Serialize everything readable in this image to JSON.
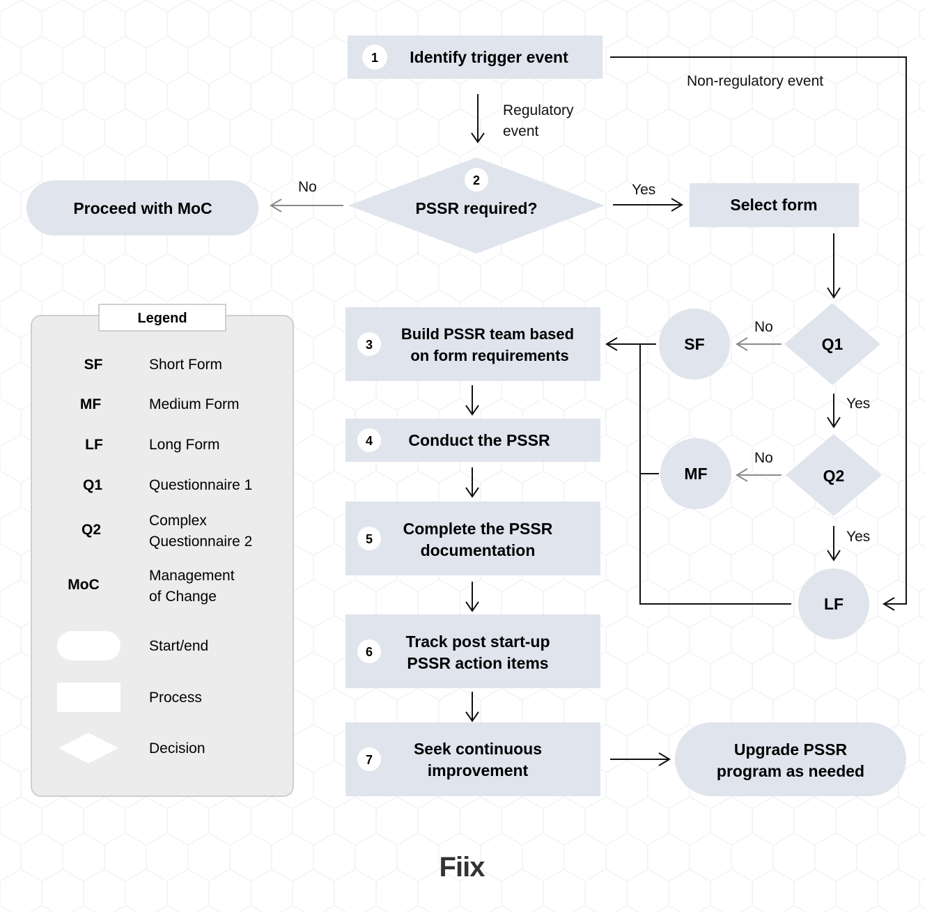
{
  "colors": {
    "box_fill": "#dfe4ed",
    "legend_fill": "#ececec",
    "legend_border": "#cfcfcf",
    "line": "#111111",
    "arrow_gray": "#8a8a8a",
    "badge_fill": "#ffffff",
    "background_pattern": "#f3f4f6"
  },
  "steps": {
    "s1": {
      "num": "1",
      "label": "Identify trigger event"
    },
    "s2": {
      "num": "2",
      "label": "PSSR required?"
    },
    "s3": {
      "num": "3",
      "line1": "Build PSSR team based",
      "line2": "on form requirements"
    },
    "s4": {
      "num": "4",
      "label": "Conduct the PSSR"
    },
    "s5": {
      "num": "5",
      "line1": "Complete the PSSR",
      "line2": "documentation"
    },
    "s6": {
      "num": "6",
      "line1": "Track post start-up",
      "line2": "PSSR action items"
    },
    "s7": {
      "num": "7",
      "line1": "Seek continuous",
      "line2": "improvement"
    }
  },
  "terminals": {
    "moc": "Proceed with MoC",
    "upgrade_line1": "Upgrade PSSR",
    "upgrade_line2": "program as needed"
  },
  "select_form": "Select form",
  "nodes": {
    "sf": "SF",
    "mf": "MF",
    "lf": "LF",
    "q1": "Q1",
    "q2": "Q2"
  },
  "edge_labels": {
    "regulatory_line1": "Regulatory",
    "regulatory_line2": "event",
    "non_regulatory": "Non-regulatory event",
    "no_moc": "No",
    "yes_select": "Yes",
    "no_q1": "No",
    "yes_q1": "Yes",
    "no_q2": "No",
    "yes_q2": "Yes"
  },
  "legend": {
    "title": "Legend",
    "items": [
      {
        "abbr": "SF",
        "line1": "Short Form",
        "line2": ""
      },
      {
        "abbr": "MF",
        "line1": "Medium Form",
        "line2": ""
      },
      {
        "abbr": "LF",
        "line1": "Long Form",
        "line2": ""
      },
      {
        "abbr": "Q1",
        "line1": "Questionnaire 1",
        "line2": ""
      },
      {
        "abbr": "Q2",
        "line1": "Complex",
        "line2": "Questionnaire 2"
      },
      {
        "abbr": "MoC",
        "line1": "Management",
        "line2": "of Change"
      }
    ],
    "shapes": {
      "start_end": "Start/end",
      "process": "Process",
      "decision": "Decision"
    }
  },
  "logo": "Fiix"
}
